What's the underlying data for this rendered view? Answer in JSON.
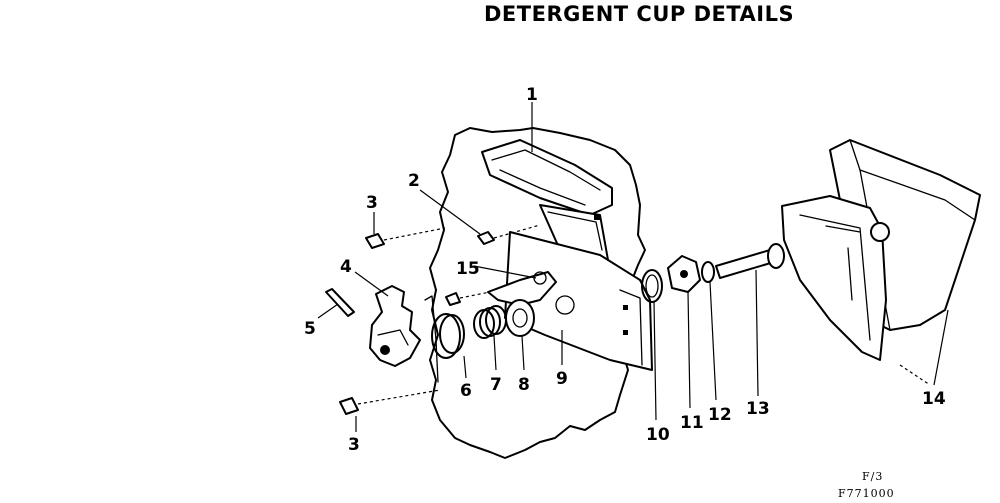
{
  "title": "DETERGENT CUP DETAILS",
  "labels": {
    "l1": "1",
    "l2": "2",
    "l3a": "3",
    "l3b": "3",
    "l4": "4",
    "l5": "5",
    "l6": "6",
    "l7": "7",
    "l8": "8",
    "l9": "9",
    "l10": "10",
    "l11": "11",
    "l12": "12",
    "l13": "13",
    "l14": "14",
    "l15": "15"
  },
  "ref": {
    "line1": "F/3",
    "line2": "F771000"
  }
}
